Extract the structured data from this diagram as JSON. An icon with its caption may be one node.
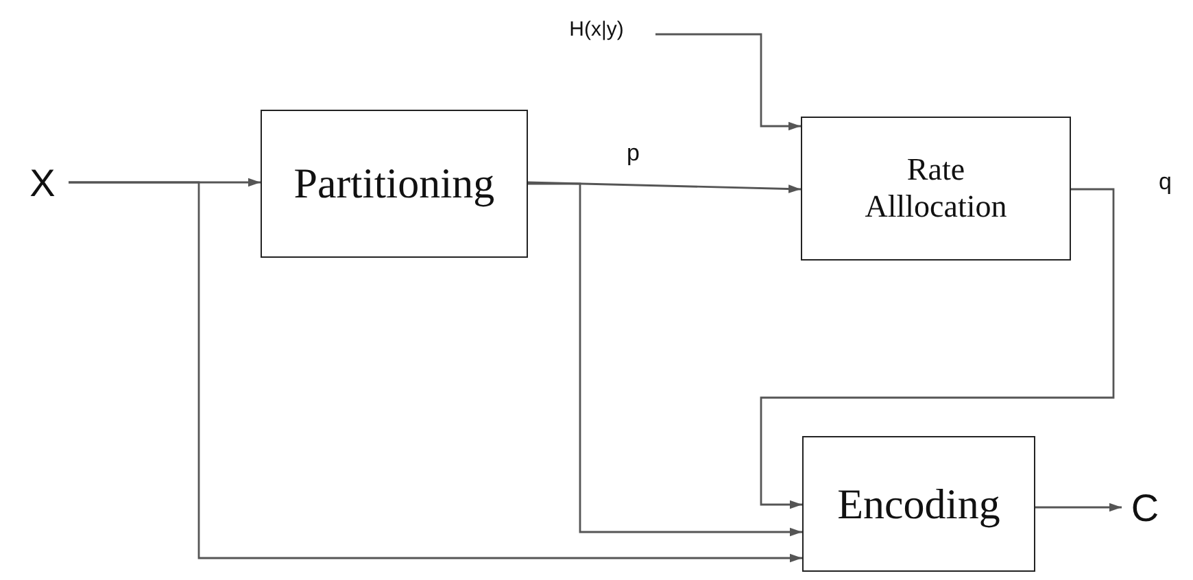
{
  "diagram": {
    "nodes": [
      {
        "text": [
          "X"
        ]
      },
      {
        "text": [
          "Partitioning"
        ]
      },
      {
        "text": [
          "H(x|y)"
        ]
      },
      {
        "text": [
          "Rate Alllocation"
        ]
      },
      {
        "text": [
          "Encoding"
        ]
      },
      {
        "text": [
          "C"
        ]
      }
    ],
    "edges": [
      {
        "from": 0,
        "to": 1,
        "arrow": "to"
      },
      {
        "from": 0,
        "to": 4,
        "arrow": "to"
      },
      {
        "from": 1,
        "to": 3,
        "arrow": "to",
        "label": "p"
      },
      {
        "from": 1,
        "to": 4,
        "arrow": "to"
      },
      {
        "from": 2,
        "to": 3,
        "arrow": "to"
      },
      {
        "from": 3,
        "to": 4,
        "arrow": "to",
        "label": "q"
      },
      {
        "from": 4,
        "to": 5,
        "arrow": "to"
      }
    ]
  }
}
